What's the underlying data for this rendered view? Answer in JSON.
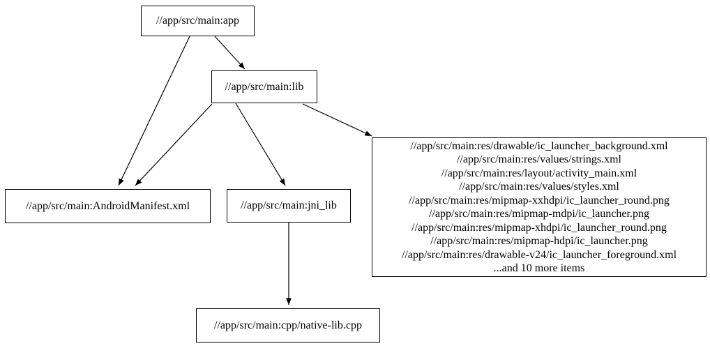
{
  "diagram": {
    "type": "dependency-graph",
    "background_color": "#ffffff",
    "node_border_color": "#000000",
    "edge_color": "#000000",
    "text_color": "#000000",
    "nodes": [
      {
        "id": "app",
        "label": "//app/src/main:app"
      },
      {
        "id": "lib",
        "label": "//app/src/main:lib"
      },
      {
        "id": "android_manifest",
        "label": "//app/src/main:AndroidManifest.xml"
      },
      {
        "id": "jni_lib",
        "label": "//app/src/main:jni_lib"
      },
      {
        "id": "res_group",
        "lines": [
          "//app/src/main:res/drawable/ic_launcher_background.xml",
          "//app/src/main:res/values/strings.xml",
          "//app/src/main:res/layout/activity_main.xml",
          "//app/src/main:res/values/styles.xml",
          "//app/src/main:res/mipmap-xxhdpi/ic_launcher_round.png",
          "//app/src/main:res/mipmap-mdpi/ic_launcher.png",
          "//app/src/main:res/mipmap-xhdpi/ic_launcher_round.png",
          "//app/src/main:res/mipmap-hdpi/ic_launcher.png",
          "//app/src/main:res/drawable-v24/ic_launcher_foreground.xml",
          "...and 10 more items"
        ]
      },
      {
        "id": "native_lib_cpp",
        "label": "//app/src/main:cpp/native-lib.cpp"
      }
    ],
    "edges": [
      {
        "from": "app",
        "to": "lib"
      },
      {
        "from": "app",
        "to": "android_manifest"
      },
      {
        "from": "lib",
        "to": "android_manifest"
      },
      {
        "from": "lib",
        "to": "jni_lib"
      },
      {
        "from": "lib",
        "to": "res_group"
      },
      {
        "from": "jni_lib",
        "to": "native_lib_cpp"
      }
    ]
  }
}
